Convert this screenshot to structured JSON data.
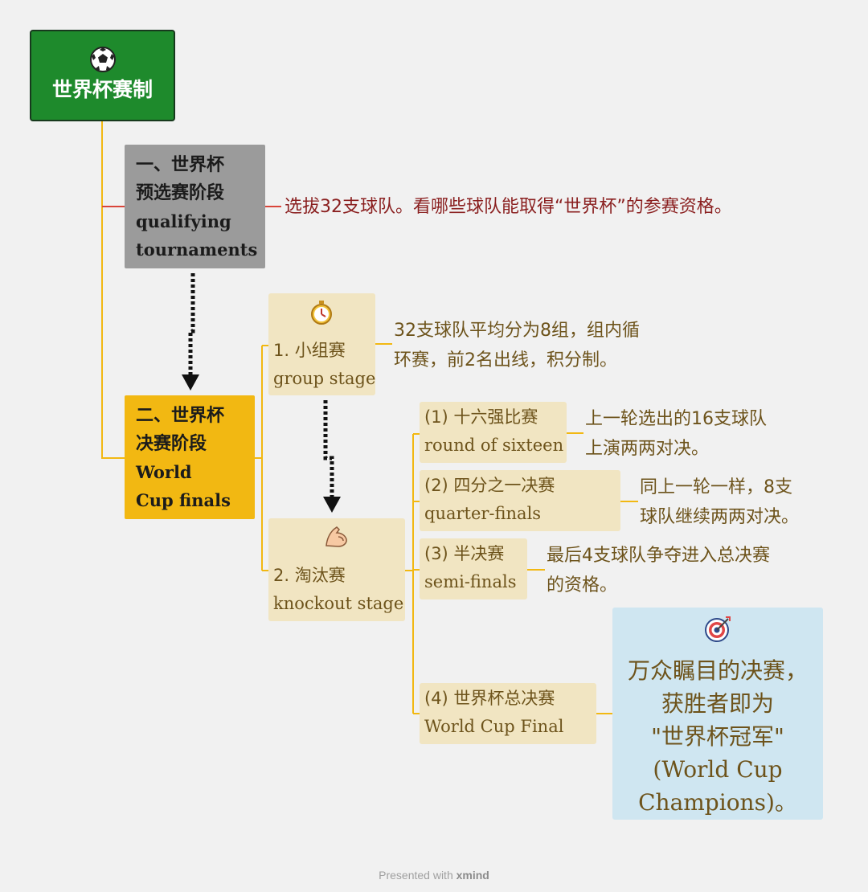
{
  "root": {
    "title": "世界杯赛制",
    "icon": "soccer-ball-icon",
    "color": "#1e8a2c"
  },
  "stages": [
    {
      "zh_line1": "一、世界杯",
      "zh_line2": "预选赛阶段",
      "en_line1": "qualifying",
      "en_line2": "tournaments",
      "description": "选拔32支球队。看哪些球队能取得“世界杯”的参赛资格。",
      "color": "#9b9b9b"
    },
    {
      "zh_line1": "二、世界杯",
      "zh_line2": "决赛阶段",
      "en_line1": "World",
      "en_line2": "Cup finals",
      "color": "#f2b812"
    }
  ],
  "group_stage": {
    "zh": "1. 小组赛",
    "en": "group stage",
    "icon": "stopwatch-icon",
    "desc_line1": "32支球队平均分为8组，组内循",
    "desc_line2": "环赛，前2名出线，积分制。"
  },
  "knockout_stage": {
    "zh": "2. 淘汰赛",
    "en": "knockout stage",
    "icon": "flexed-bicep-icon",
    "rounds": [
      {
        "zh": "(1) 十六强比赛",
        "en": "round of sixteen",
        "desc_line1": "上一轮选出的16支球队",
        "desc_line2": "上演两两对决。"
      },
      {
        "zh": "(2) 四分之一决赛",
        "en": "quarter-finals",
        "desc_line1": "同上一轮一样，8支",
        "desc_line2": "球队继续两两对决。"
      },
      {
        "zh": "(3) 半决赛",
        "en": "semi-finals",
        "desc_line1": "最后4支球队争夺进入总决赛",
        "desc_line2": "的资格。"
      },
      {
        "zh": "(4) 世界杯总决赛",
        "en": "World Cup Final"
      }
    ]
  },
  "final_note": {
    "icon": "target-icon",
    "line1": "万众瞩目的决赛，",
    "line2": "获胜者即为",
    "line3": "\"世界杯冠军\"",
    "line4": "(World Cup",
    "line5": "Champions)。",
    "color": "#cfe6f1"
  },
  "footer": {
    "text": "Presented with",
    "brand": "xmind"
  }
}
